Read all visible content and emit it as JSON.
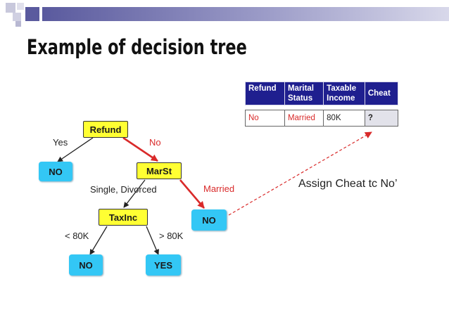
{
  "slide": {
    "title": "Example of decision tree"
  },
  "colors": {
    "band": "#5a5a9e",
    "attr_node": "#ffff33",
    "leaf_node": "#33c7f5",
    "highlight": "#d92a2a",
    "header": "#1f1f8f"
  },
  "tree": {
    "nodes": {
      "refund": "Refund",
      "marst": "MarSt",
      "taxinc": "TaxInc",
      "leaf_refund_yes": "NO",
      "leaf_married": "NO",
      "leaf_lt80k": "NO",
      "leaf_gt80k": "YES"
    },
    "edges": {
      "refund_yes": "Yes",
      "refund_no": "No",
      "marst_single": "Single, Divorced",
      "marst_married": "Married",
      "taxinc_lt": "< 80K",
      "taxinc_gt": "> 80K"
    }
  },
  "record": {
    "headers": [
      {
        "line1": "Refund",
        "line2": ""
      },
      {
        "line1": "Marital",
        "line2": "Status"
      },
      {
        "line1": "Taxable",
        "line2": "Income"
      },
      {
        "line1": "Cheat",
        "line2": ""
      }
    ],
    "row": [
      "No",
      "Married",
      "80K",
      "?"
    ]
  },
  "annotation": "Assign Cheat tc  No’"
}
